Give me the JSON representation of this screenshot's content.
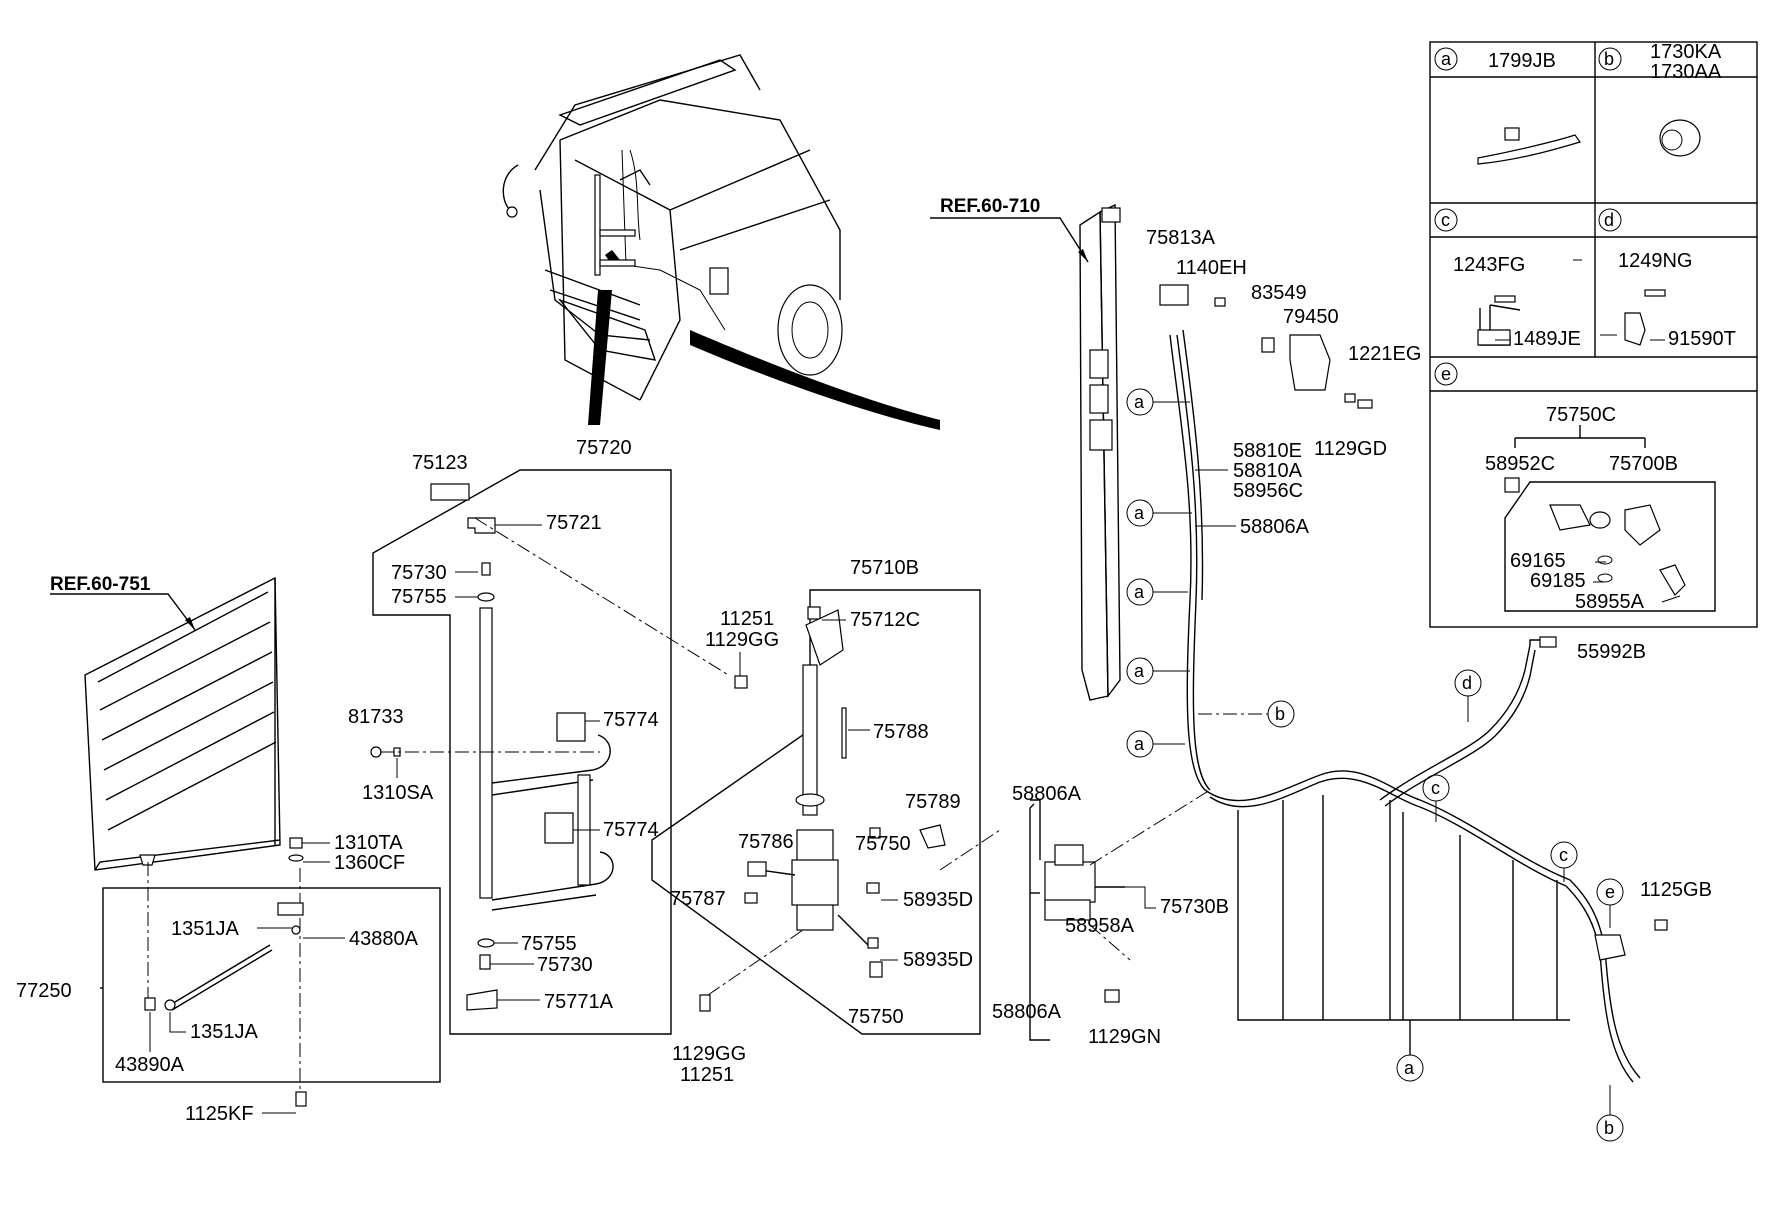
{
  "refs": {
    "ref_751": "REF.60-751",
    "ref_710": "REF.60-710"
  },
  "inset": {
    "a": {
      "letter": "a",
      "part": "1799JB"
    },
    "b": {
      "letter": "b",
      "part1": "1730KA",
      "part2": "1730AA"
    },
    "c": {
      "letter": "c",
      "part1": "1243FG",
      "part2": "1489JE"
    },
    "d": {
      "letter": "d",
      "part1": "1249NG",
      "part2": "91590T"
    },
    "e": {
      "letter": "e",
      "assembly": "75750C",
      "sub1": "58952C",
      "sub2": "75700B",
      "p1": "69165",
      "p2": "69185",
      "p3": "58955A"
    }
  },
  "labels": {
    "p75123": "75123",
    "p75720": "75720",
    "p75721": "75721",
    "p75730a": "75730",
    "p75755a": "75755",
    "p81733": "81733",
    "p1310SA": "1310SA",
    "p75774a": "75774",
    "p75774b": "75774",
    "p75755b": "75755",
    "p75730b": "75730",
    "p75771A": "75771A",
    "p1310TA": "1310TA",
    "p1360CF": "1360CF",
    "p1351JAa": "1351JA",
    "p43880A": "43880A",
    "p77250": "77250",
    "p1351JAb": "1351JA",
    "p43890A": "43890A",
    "p1125KF": "1125KF",
    "p11251a": "11251",
    "p1129GGa": "1129GG",
    "p75710B": "75710B",
    "p75712C": "75712C",
    "p75788": "75788",
    "p75789": "75789",
    "p75786": "75786",
    "p75750a": "75750",
    "p75787": "75787",
    "p58935Da": "58935D",
    "p58935Db": "58935D",
    "p75750b": "75750",
    "p1129GGb": "1129GG",
    "p11251b": "11251",
    "p58806Aa": "58806A",
    "p58958A": "58958A",
    "p75730B": "75730B",
    "p58806Ab": "58806A",
    "p1129GN": "1129GN",
    "p75813A": "75813A",
    "p1140EH": "1140EH",
    "p83549": "83549",
    "p79450": "79450",
    "p1221EG": "1221EG",
    "p1129GD": "1129GD",
    "p58810E": "58810E",
    "p58810A": "58810A",
    "p58956C": "58956C",
    "p58806Ac": "58806A",
    "p55992B": "55992B",
    "p1125GB": "1125GB"
  },
  "callouts": {
    "a": "a",
    "b": "b",
    "c": "c",
    "d": "d",
    "e": "e"
  }
}
